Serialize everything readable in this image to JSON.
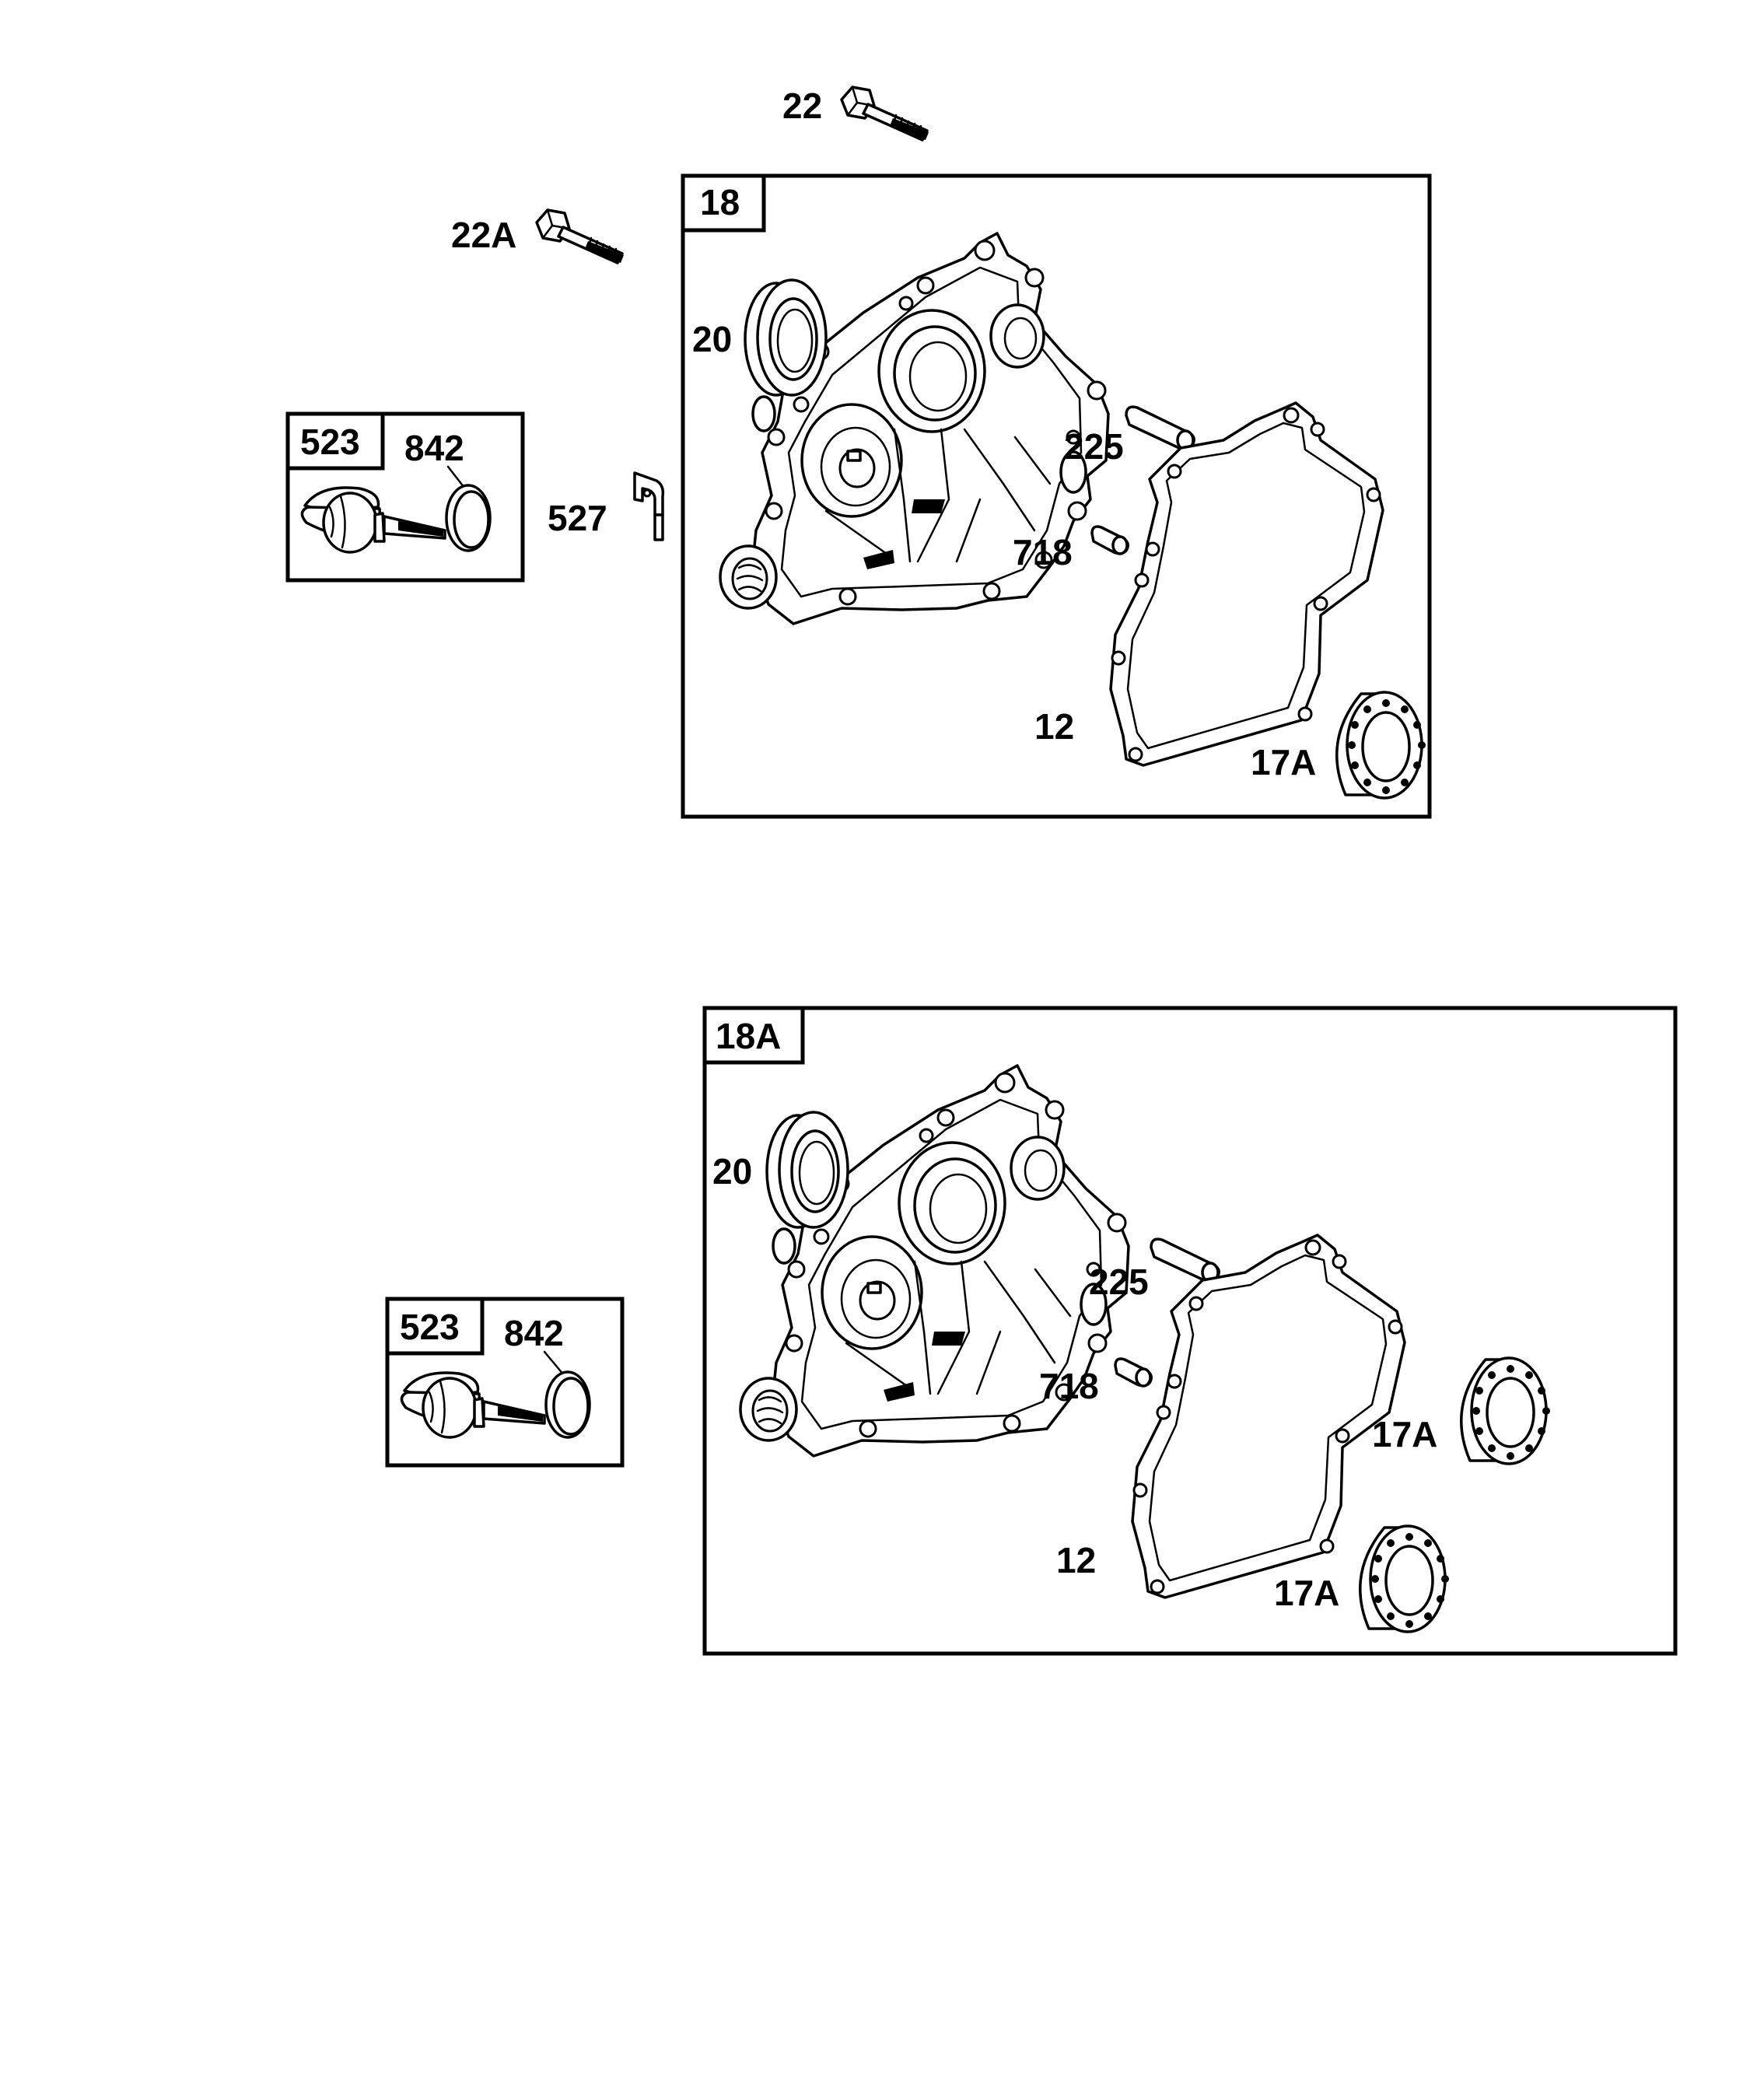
{
  "top_assembly": {
    "box_label": "18",
    "bolt_label": "22",
    "bolt2_label": "22A",
    "seal_label": "20",
    "pin_label": "225",
    "dowel_label": "718",
    "gasket_label": "12",
    "bearing_label": "17A",
    "clip_label": "527"
  },
  "top_dipstick": {
    "box_label": "523",
    "oring_label": "842"
  },
  "bottom_assembly": {
    "box_label": "18A",
    "seal_label": "20",
    "pin_label": "225",
    "dowel_label": "718",
    "gasket_label": "12",
    "bearing1_label": "17A",
    "bearing2_label": "17A"
  },
  "bottom_dipstick": {
    "box_label": "523",
    "oring_label": "842"
  }
}
